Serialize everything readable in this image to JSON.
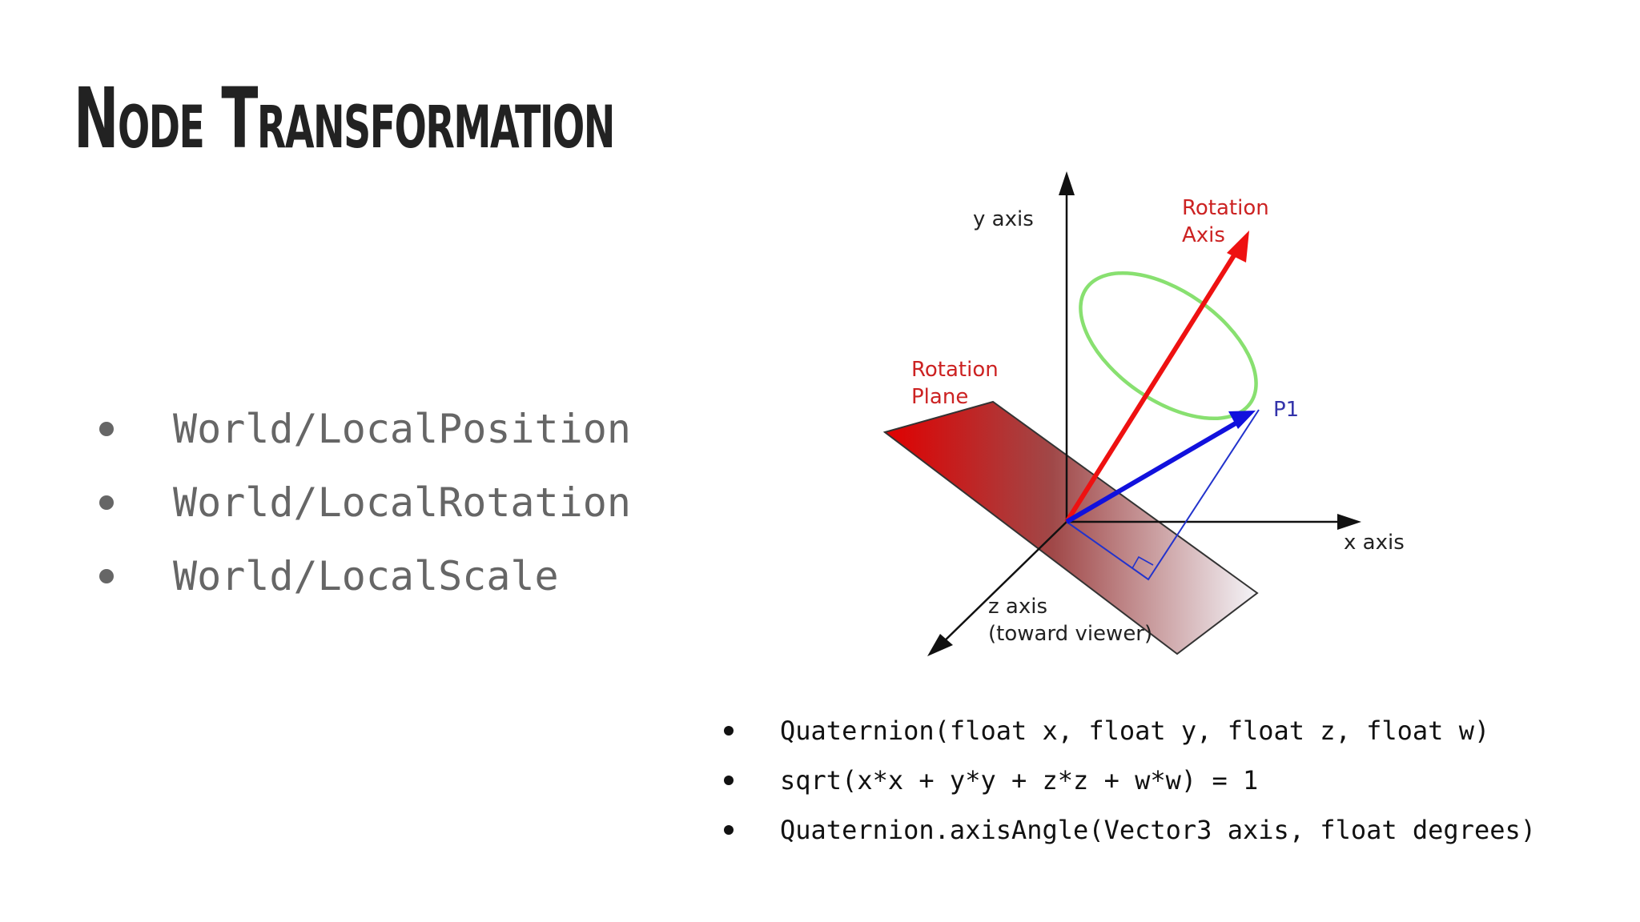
{
  "slide": {
    "title": "Node Transformation",
    "left_bullets": [
      "World/LocalPosition",
      "World/LocalRotation",
      "World/LocalScale"
    ],
    "bottom_bullets": [
      "Quaternion(float x, float y, float z, float w)",
      "sqrt(x*x + y*y + z*z + w*w) = 1",
      "Quaternion.axisAngle(Vector3 axis, float degrees)"
    ]
  },
  "diagram": {
    "labels": {
      "y_axis": "y axis",
      "x_axis": "x axis",
      "z_axis": "z axis",
      "z_axis_note": "(toward viewer)",
      "rotation_axis_line1": "Rotation",
      "rotation_axis_line2": "Axis",
      "rotation_plane_line1": "Rotation",
      "rotation_plane_line2": "Plane",
      "point": "P1"
    },
    "colors": {
      "rotation_axis": "#ee1111",
      "label_red": "#cc2222",
      "vector": "#1111dd",
      "point_label": "#3333aa",
      "circle": "#88e070",
      "axes": "#111111"
    }
  }
}
